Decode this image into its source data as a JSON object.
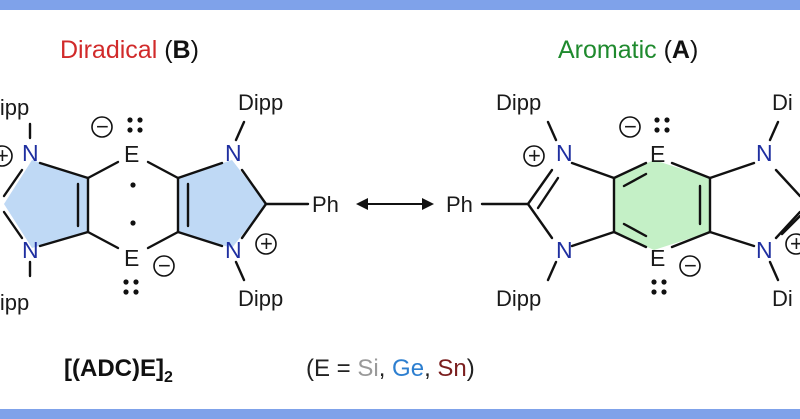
{
  "colors": {
    "border": "#7fa2ea",
    "diradical_red": "#d12a2a",
    "aromatic_green": "#1f8a2e",
    "ring_blue_fill": "#bfd9f5",
    "ring_green_fill": "#c4f0c6",
    "si_gray": "#9a9a9a",
    "ge_blue": "#2d7fd0",
    "sn_brown": "#7a1e1e",
    "nitrogen_blue": "#1f2fa0"
  },
  "headings": {
    "left": {
      "name": "Diradical",
      "paren_open": " (",
      "letter": "B",
      "paren_close": ")"
    },
    "right": {
      "name": "Aromatic",
      "paren_open": " (",
      "letter": "A",
      "paren_close": ")"
    }
  },
  "atoms": {
    "N": "N",
    "E": "E",
    "dipp": "Dipp",
    "dipp_cut": "Di",
    "dipp_cut_left": "Dipp",
    "ph": "Ph",
    "plus": "+",
    "minus": "−"
  },
  "formula": {
    "main": "[(ADC)E]",
    "subscript": "2"
  },
  "element_note": {
    "prefix": "(E = ",
    "si": "Si",
    "sep1": ", ",
    "ge": "Ge",
    "sep2": ", ",
    "sn": "Sn",
    "suffix": ")"
  }
}
